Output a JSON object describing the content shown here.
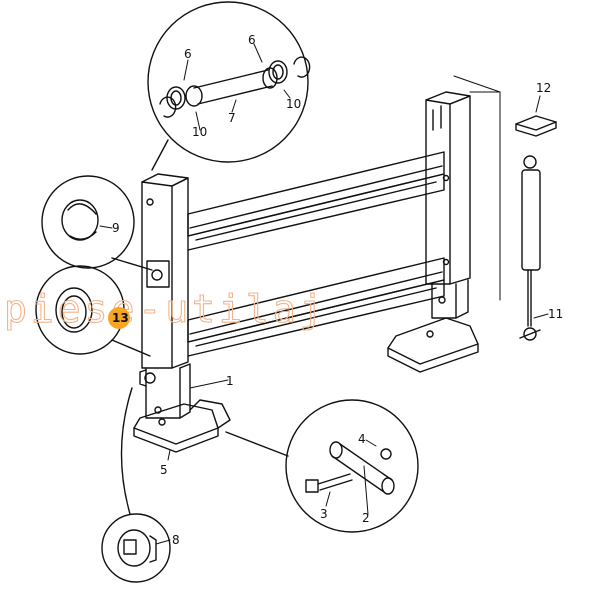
{
  "watermark": "piese-utilaj",
  "callouts": [
    {
      "id": "label-1",
      "text": "1"
    },
    {
      "id": "label-2",
      "text": "2"
    },
    {
      "id": "label-3",
      "text": "3"
    },
    {
      "id": "label-4",
      "text": "4"
    },
    {
      "id": "label-5",
      "text": "5"
    },
    {
      "id": "label-6a",
      "text": "6"
    },
    {
      "id": "label-6b",
      "text": "6"
    },
    {
      "id": "label-7",
      "text": "7"
    },
    {
      "id": "label-8",
      "text": "8"
    },
    {
      "id": "label-9",
      "text": "9"
    },
    {
      "id": "label-10a",
      "text": "10"
    },
    {
      "id": "label-10b",
      "text": "10"
    },
    {
      "id": "label-11",
      "text": "11"
    },
    {
      "id": "label-12",
      "text": "12"
    },
    {
      "id": "label-13",
      "text": "13"
    }
  ],
  "highlight": {
    "label": "13",
    "color": "#f5a623"
  },
  "colors": {
    "line": "#111111",
    "watermark": "#f2b48a"
  }
}
